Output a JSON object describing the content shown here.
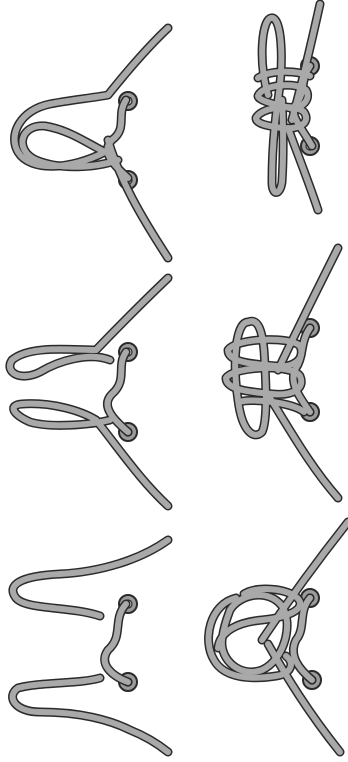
{
  "colors": {
    "background": "#ffffff",
    "cord_fill": "#a9a9a9",
    "cord_outline": "#2b2b2b",
    "eyelet_fill": "#9b9b9b",
    "eyelet_outline": "#2b2b2b",
    "eyelet_hole": "#cfcfcf"
  },
  "panels": [
    {
      "name": "step-1",
      "icon": "open-loop-knot-icon"
    },
    {
      "name": "step-2",
      "icon": "double-loop-knot-icon"
    },
    {
      "name": "step-3",
      "icon": "two-loop-knot-icon"
    },
    {
      "name": "step-4",
      "icon": "crossed-loops-knot-icon"
    },
    {
      "name": "step-5",
      "icon": "s-bend-cord-icon"
    },
    {
      "name": "step-6",
      "icon": "round-knot-icon"
    }
  ]
}
